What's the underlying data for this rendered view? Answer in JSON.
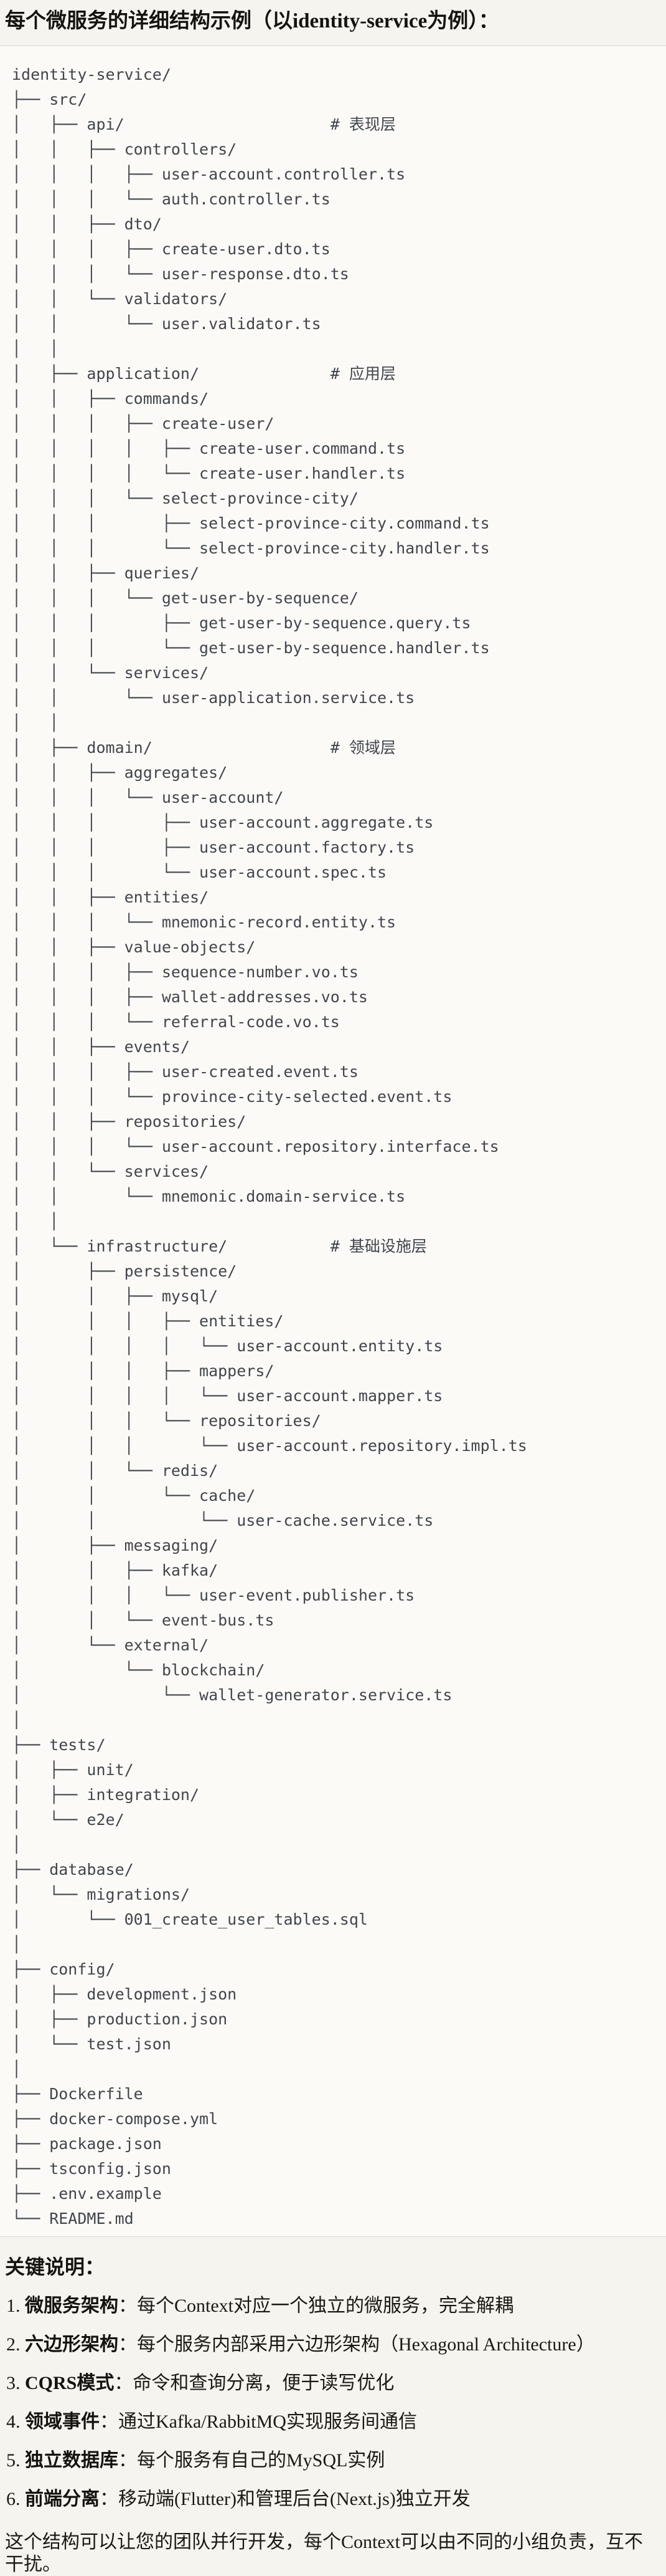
{
  "page": {
    "title": "每个微服务的详细结构示例（以identity-service为例）："
  },
  "tree": {
    "root": "identity-service/",
    "layer_comments": [
      "# 表现层",
      "# 应用层",
      "# 领域层",
      "# 基础设施层"
    ],
    "text": "identity-service/\n├── src/\n│   ├── api/                      # 表现层\n│   │   ├── controllers/\n│   │   │   ├── user-account.controller.ts\n│   │   │   └── auth.controller.ts\n│   │   ├── dto/\n│   │   │   ├── create-user.dto.ts\n│   │   │   └── user-response.dto.ts\n│   │   └── validators/\n│   │       └── user.validator.ts\n│   │\n│   ├── application/              # 应用层\n│   │   ├── commands/\n│   │   │   ├── create-user/\n│   │   │   │   ├── create-user.command.ts\n│   │   │   │   └── create-user.handler.ts\n│   │   │   └── select-province-city/\n│   │   │       ├── select-province-city.command.ts\n│   │   │       └── select-province-city.handler.ts\n│   │   ├── queries/\n│   │   │   └── get-user-by-sequence/\n│   │   │       ├── get-user-by-sequence.query.ts\n│   │   │       └── get-user-by-sequence.handler.ts\n│   │   └── services/\n│   │       └── user-application.service.ts\n│   │\n│   ├── domain/                   # 领域层\n│   │   ├── aggregates/\n│   │   │   └── user-account/\n│   │   │       ├── user-account.aggregate.ts\n│   │   │       ├── user-account.factory.ts\n│   │   │       └── user-account.spec.ts\n│   │   ├── entities/\n│   │   │   └── mnemonic-record.entity.ts\n│   │   ├── value-objects/\n│   │   │   ├── sequence-number.vo.ts\n│   │   │   ├── wallet-addresses.vo.ts\n│   │   │   └── referral-code.vo.ts\n│   │   ├── events/\n│   │   │   ├── user-created.event.ts\n│   │   │   └── province-city-selected.event.ts\n│   │   ├── repositories/\n│   │   │   └── user-account.repository.interface.ts\n│   │   └── services/\n│   │       └── mnemonic.domain-service.ts\n│   │\n│   └── infrastructure/           # 基础设施层\n│       ├── persistence/\n│       │   ├── mysql/\n│       │   │   ├── entities/\n│       │   │   │   └── user-account.entity.ts\n│       │   │   ├── mappers/\n│       │   │   │   └── user-account.mapper.ts\n│       │   │   └── repositories/\n│       │   │       └── user-account.repository.impl.ts\n│       │   └── redis/\n│       │       └── cache/\n│       │           └── user-cache.service.ts\n│       ├── messaging/\n│       │   ├── kafka/\n│       │   │   └── user-event.publisher.ts\n│       │   └── event-bus.ts\n│       └── external/\n│           └── blockchain/\n│               └── wallet-generator.service.ts\n│\n├── tests/\n│   ├── unit/\n│   ├── integration/\n│   └── e2e/\n│\n├── database/\n│   └── migrations/\n│       └── 001_create_user_tables.sql\n│\n├── config/\n│   ├── development.json\n│   ├── production.json\n│   └── test.json\n│\n├── Dockerfile\n├── docker-compose.yml\n├── package.json\n├── tsconfig.json\n├── .env.example\n└── README.md"
  },
  "notes": {
    "heading": "关键说明：",
    "items": [
      {
        "num": "1. ",
        "term": "微服务架构",
        "desc": "：每个Context对应一个独立的微服务，完全解耦"
      },
      {
        "num": "2. ",
        "term": "六边形架构",
        "desc": "：每个服务内部采用六边形架构（Hexagonal Architecture）"
      },
      {
        "num": "3. ",
        "term": "CQRS模式",
        "desc": "：命令和查询分离，便于读写优化"
      },
      {
        "num": "4. ",
        "term": "领域事件",
        "desc": "：通过Kafka/RabbitMQ实现服务间通信"
      },
      {
        "num": "5. ",
        "term": "独立数据库",
        "desc": "：每个服务有自己的MySQL实例"
      },
      {
        "num": "6. ",
        "term": "前端分离",
        "desc": "：移动端(Flutter)和管理后台(Next.js)独立开发"
      }
    ],
    "closing": "这个结构可以让您的团队并行开发，每个Context可以由不同的小组负责，互不干扰。"
  },
  "colors": {
    "page_background": "#f6f4ef",
    "code_background": "#fbfaf7",
    "code_border": "#d9d6cf",
    "code_text": "#41454c",
    "body_text": "#1b1914"
  }
}
